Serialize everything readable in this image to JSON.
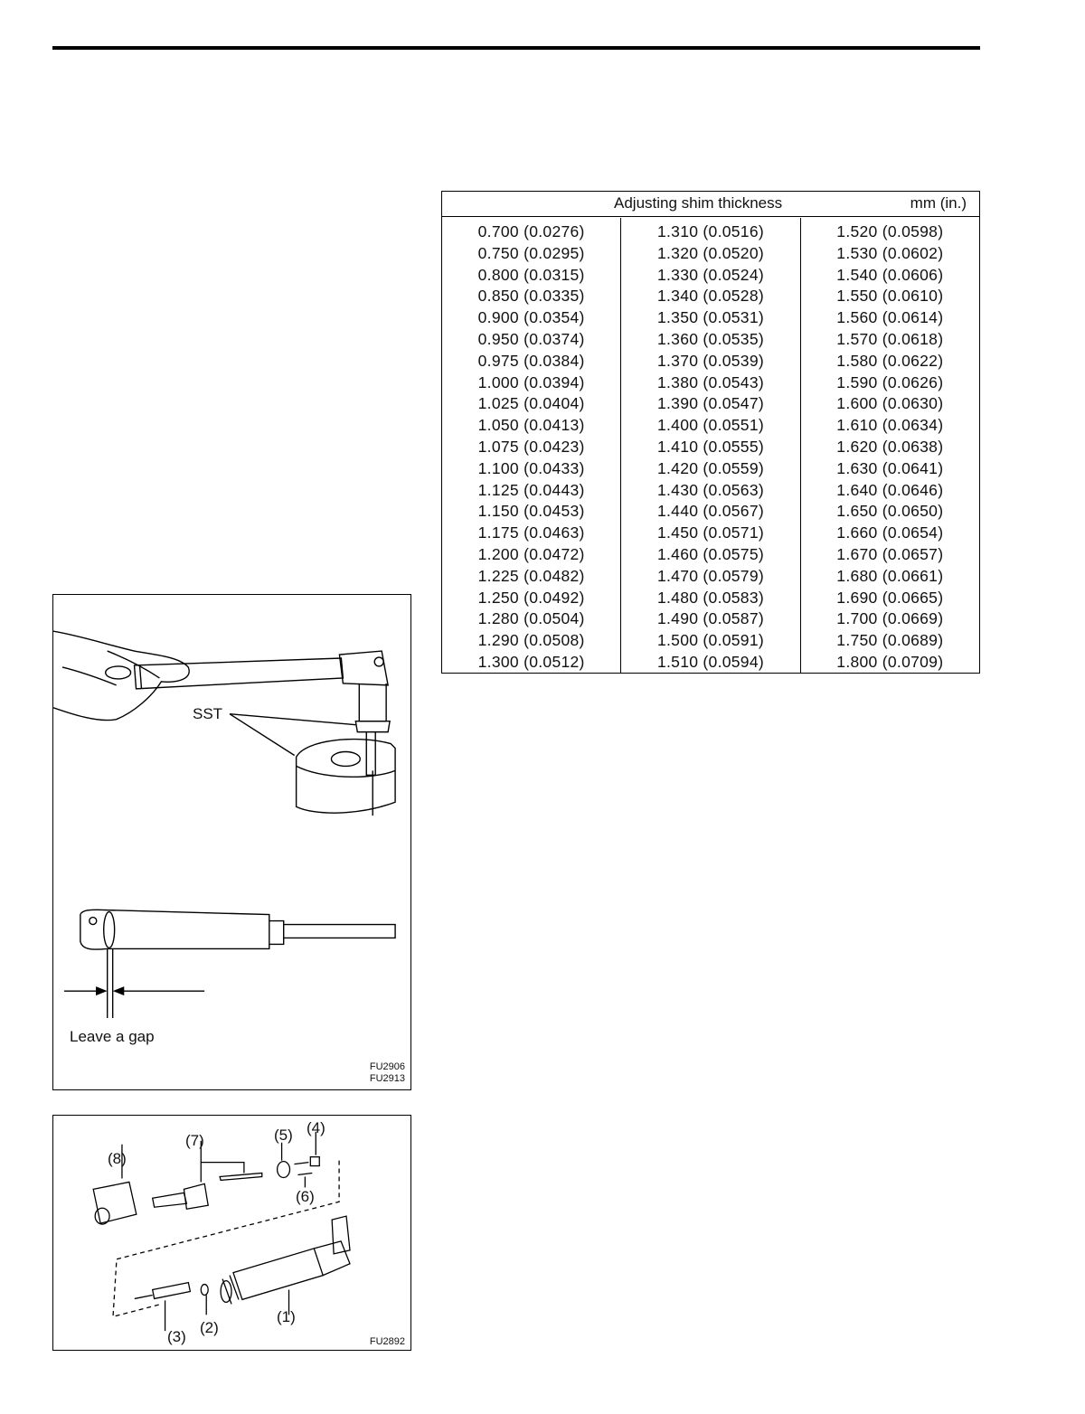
{
  "shim_table": {
    "title": "Adjusting shim thickness",
    "unit": "mm (in.)",
    "columns": [
      [
        "0.700 (0.0276)",
        "0.750 (0.0295)",
        "0.800 (0.0315)",
        "0.850 (0.0335)",
        "0.900 (0.0354)",
        "0.950 (0.0374)",
        "0.975 (0.0384)",
        "1.000 (0.0394)",
        "1.025 (0.0404)",
        "1.050 (0.0413)",
        "1.075 (0.0423)",
        "1.100 (0.0433)",
        "1.125 (0.0443)",
        "1.150 (0.0453)",
        "1.175 (0.0463)",
        "1.200 (0.0472)",
        "1.225 (0.0482)",
        "1.250 (0.0492)",
        "1.280 (0.0504)",
        "1.290 (0.0508)",
        "1.300 (0.0512)"
      ],
      [
        "1.310 (0.0516)",
        "1.320 (0.0520)",
        "1.330 (0.0524)",
        "1.340 (0.0528)",
        "1.350 (0.0531)",
        "1.360 (0.0535)",
        "1.370 (0.0539)",
        "1.380 (0.0543)",
        "1.390 (0.0547)",
        "1.400 (0.0551)",
        "1.410 (0.0555)",
        "1.420 (0.0559)",
        "1.430 (0.0563)",
        "1.440 (0.0567)",
        "1.450 (0.0571)",
        "1.460 (0.0575)",
        "1.470 (0.0579)",
        "1.480 (0.0583)",
        "1.490 (0.0587)",
        "1.500 (0.0591)",
        "1.510 (0.0594)"
      ],
      [
        "1.520 (0.0598)",
        "1.530 (0.0602)",
        "1.540 (0.0606)",
        "1.550 (0.0610)",
        "1.560 (0.0614)",
        "1.570 (0.0618)",
        "1.580 (0.0622)",
        "1.590 (0.0626)",
        "1.600 (0.0630)",
        "1.610 (0.0634)",
        "1.620 (0.0638)",
        "1.630 (0.0641)",
        "1.640 (0.0646)",
        "1.650 (0.0650)",
        "1.660 (0.0654)",
        "1.670 (0.0657)",
        "1.680 (0.0661)",
        "1.690 (0.0665)",
        "1.700 (0.0669)",
        "1.750 (0.0689)",
        "1.800 (0.0709)"
      ]
    ]
  },
  "figure1": {
    "sst_label": "SST",
    "gap_label": "Leave a gap",
    "codes": [
      "FU2906",
      "FU2913"
    ]
  },
  "figure2": {
    "part_labels": [
      "(1)",
      "(2)",
      "(3)",
      "(4)",
      "(5)",
      "(6)",
      "(7)",
      "(8)"
    ],
    "code": "FU2892"
  }
}
